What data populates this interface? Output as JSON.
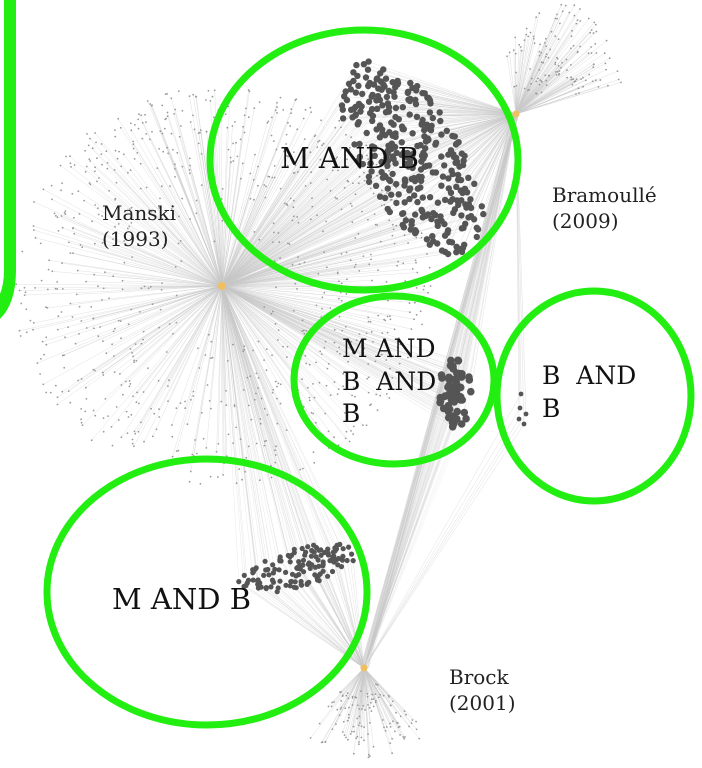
{
  "colors": {
    "background": "#ffffff",
    "edge": "#c9c9c9",
    "node_light": "#9a9a9a",
    "node_dark": "#555555",
    "hub": "#f0c060",
    "highlight": "#22ee11"
  },
  "authors": [
    {
      "name": "Manski",
      "year": "(1993)"
    },
    {
      "name": "Bramoullé",
      "year": "(2009)"
    },
    {
      "name": "Brock",
      "year": "(2001)"
    }
  ],
  "groups": [
    {
      "lines": [
        "M AND B"
      ]
    },
    {
      "lines": [
        "M AND",
        "B  AND",
        "B"
      ]
    },
    {
      "lines": [
        "B  AND",
        "B"
      ]
    },
    {
      "lines": [
        "M AND B"
      ]
    }
  ]
}
